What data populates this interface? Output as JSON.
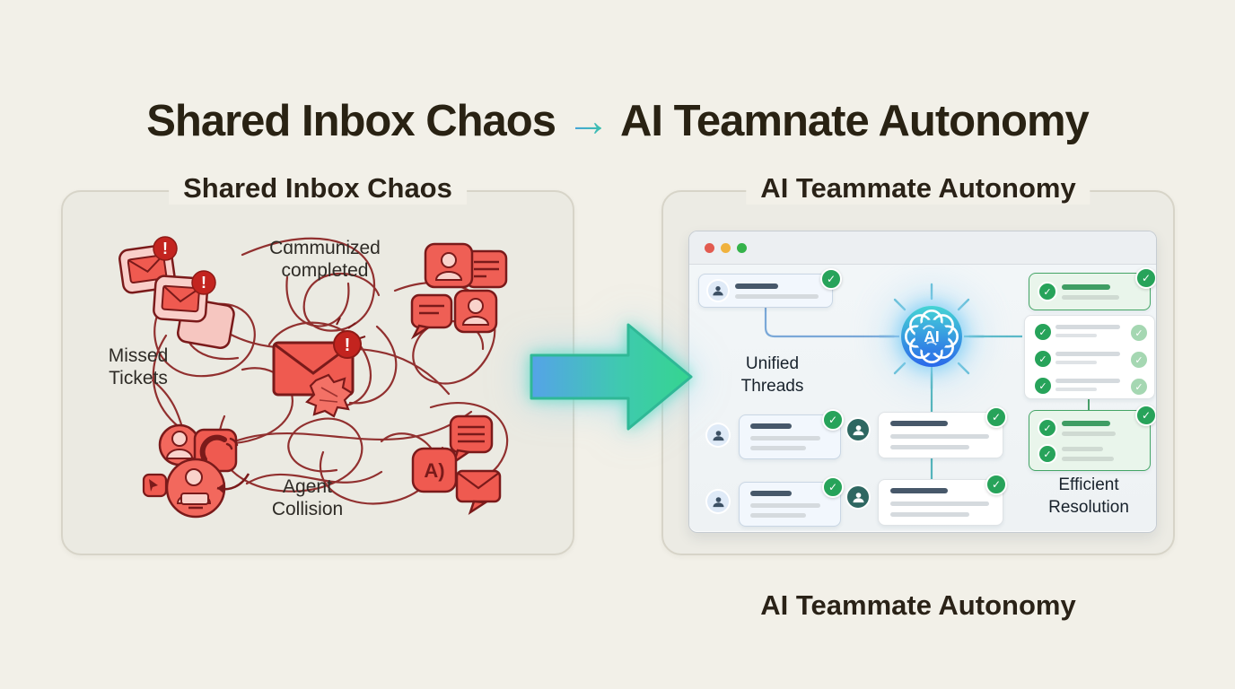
{
  "title": {
    "left": "Shared Inbox Chaos",
    "arrow_glyph": "→",
    "right": "AI Teamnate Autonomy"
  },
  "left_panel": {
    "heading": "Shared Inbox Chaos",
    "label_top": "Cɑmmunized\ncompleted",
    "label_missed": "Missed\nTickets",
    "label_agent": "Agent\nCollision"
  },
  "right_panel": {
    "heading": "AI Teammate Autonomy",
    "hub_label": "AI",
    "label_unified": "Unified\nThreads",
    "label_efficient": "Efficient\nResolution"
  },
  "footer": {
    "caption": "AI Teammate Autonomy"
  },
  "glyphs": {
    "check": "✓",
    "alert": "!",
    "ai_chat": "A)"
  },
  "colors": {
    "page_bg": "#f2f0e8",
    "panel_bg": "#ebeae2",
    "ink": "#2a2217",
    "chaos_red": "#ef5a50",
    "chaos_pink": "#f9cfca",
    "chaos_outline": "#7a1a1a",
    "alert_badge": "#c3241f",
    "success_green": "#27a35a",
    "success_light": "#a5d7b2",
    "hub_gradient_top": "#45d4d4",
    "hub_gradient_bottom": "#2a68ea",
    "arrow_blue": "#55a3e8",
    "arrow_green": "#35d58f",
    "traffic_red": "#e25b50",
    "traffic_yellow": "#f0b23e",
    "traffic_green": "#34b24a"
  }
}
